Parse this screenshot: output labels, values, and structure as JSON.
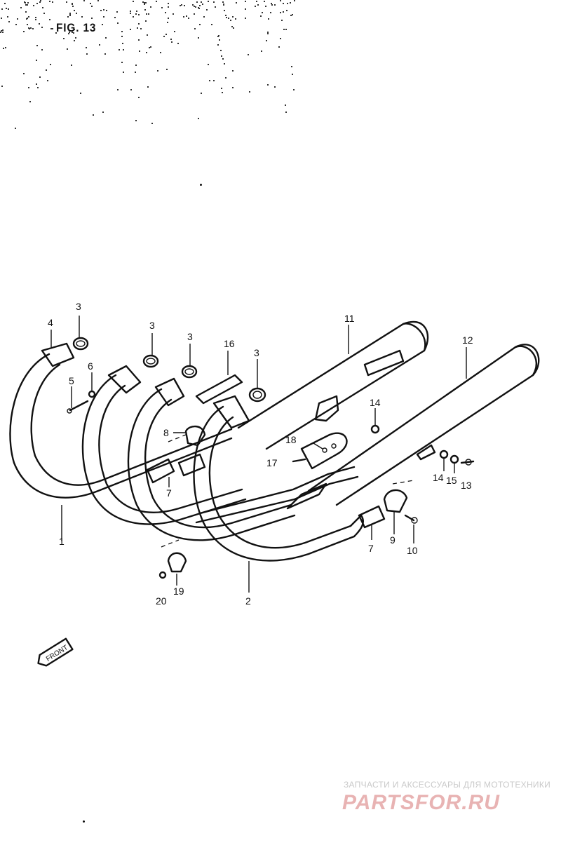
{
  "figure": {
    "title": "FIG. 13"
  },
  "front_marker": {
    "text": "FRONT"
  },
  "callouts": [
    "1",
    "2",
    "3",
    "3",
    "3",
    "3",
    "4",
    "5",
    "6",
    "7",
    "7",
    "8",
    "9",
    "10",
    "11",
    "12",
    "13",
    "14",
    "14",
    "15",
    "16",
    "17",
    "18",
    "19",
    "20"
  ],
  "watermark": {
    "tagline": "ЗАПЧАСТИ И АКСЕССУАРЫ ДЛЯ МОТОТЕХНИКИ",
    "brand": "PARTSFOR.RU",
    "brand_color": "#e8b3b3"
  },
  "colors": {
    "line": "#111111",
    "background": "#ffffff"
  }
}
